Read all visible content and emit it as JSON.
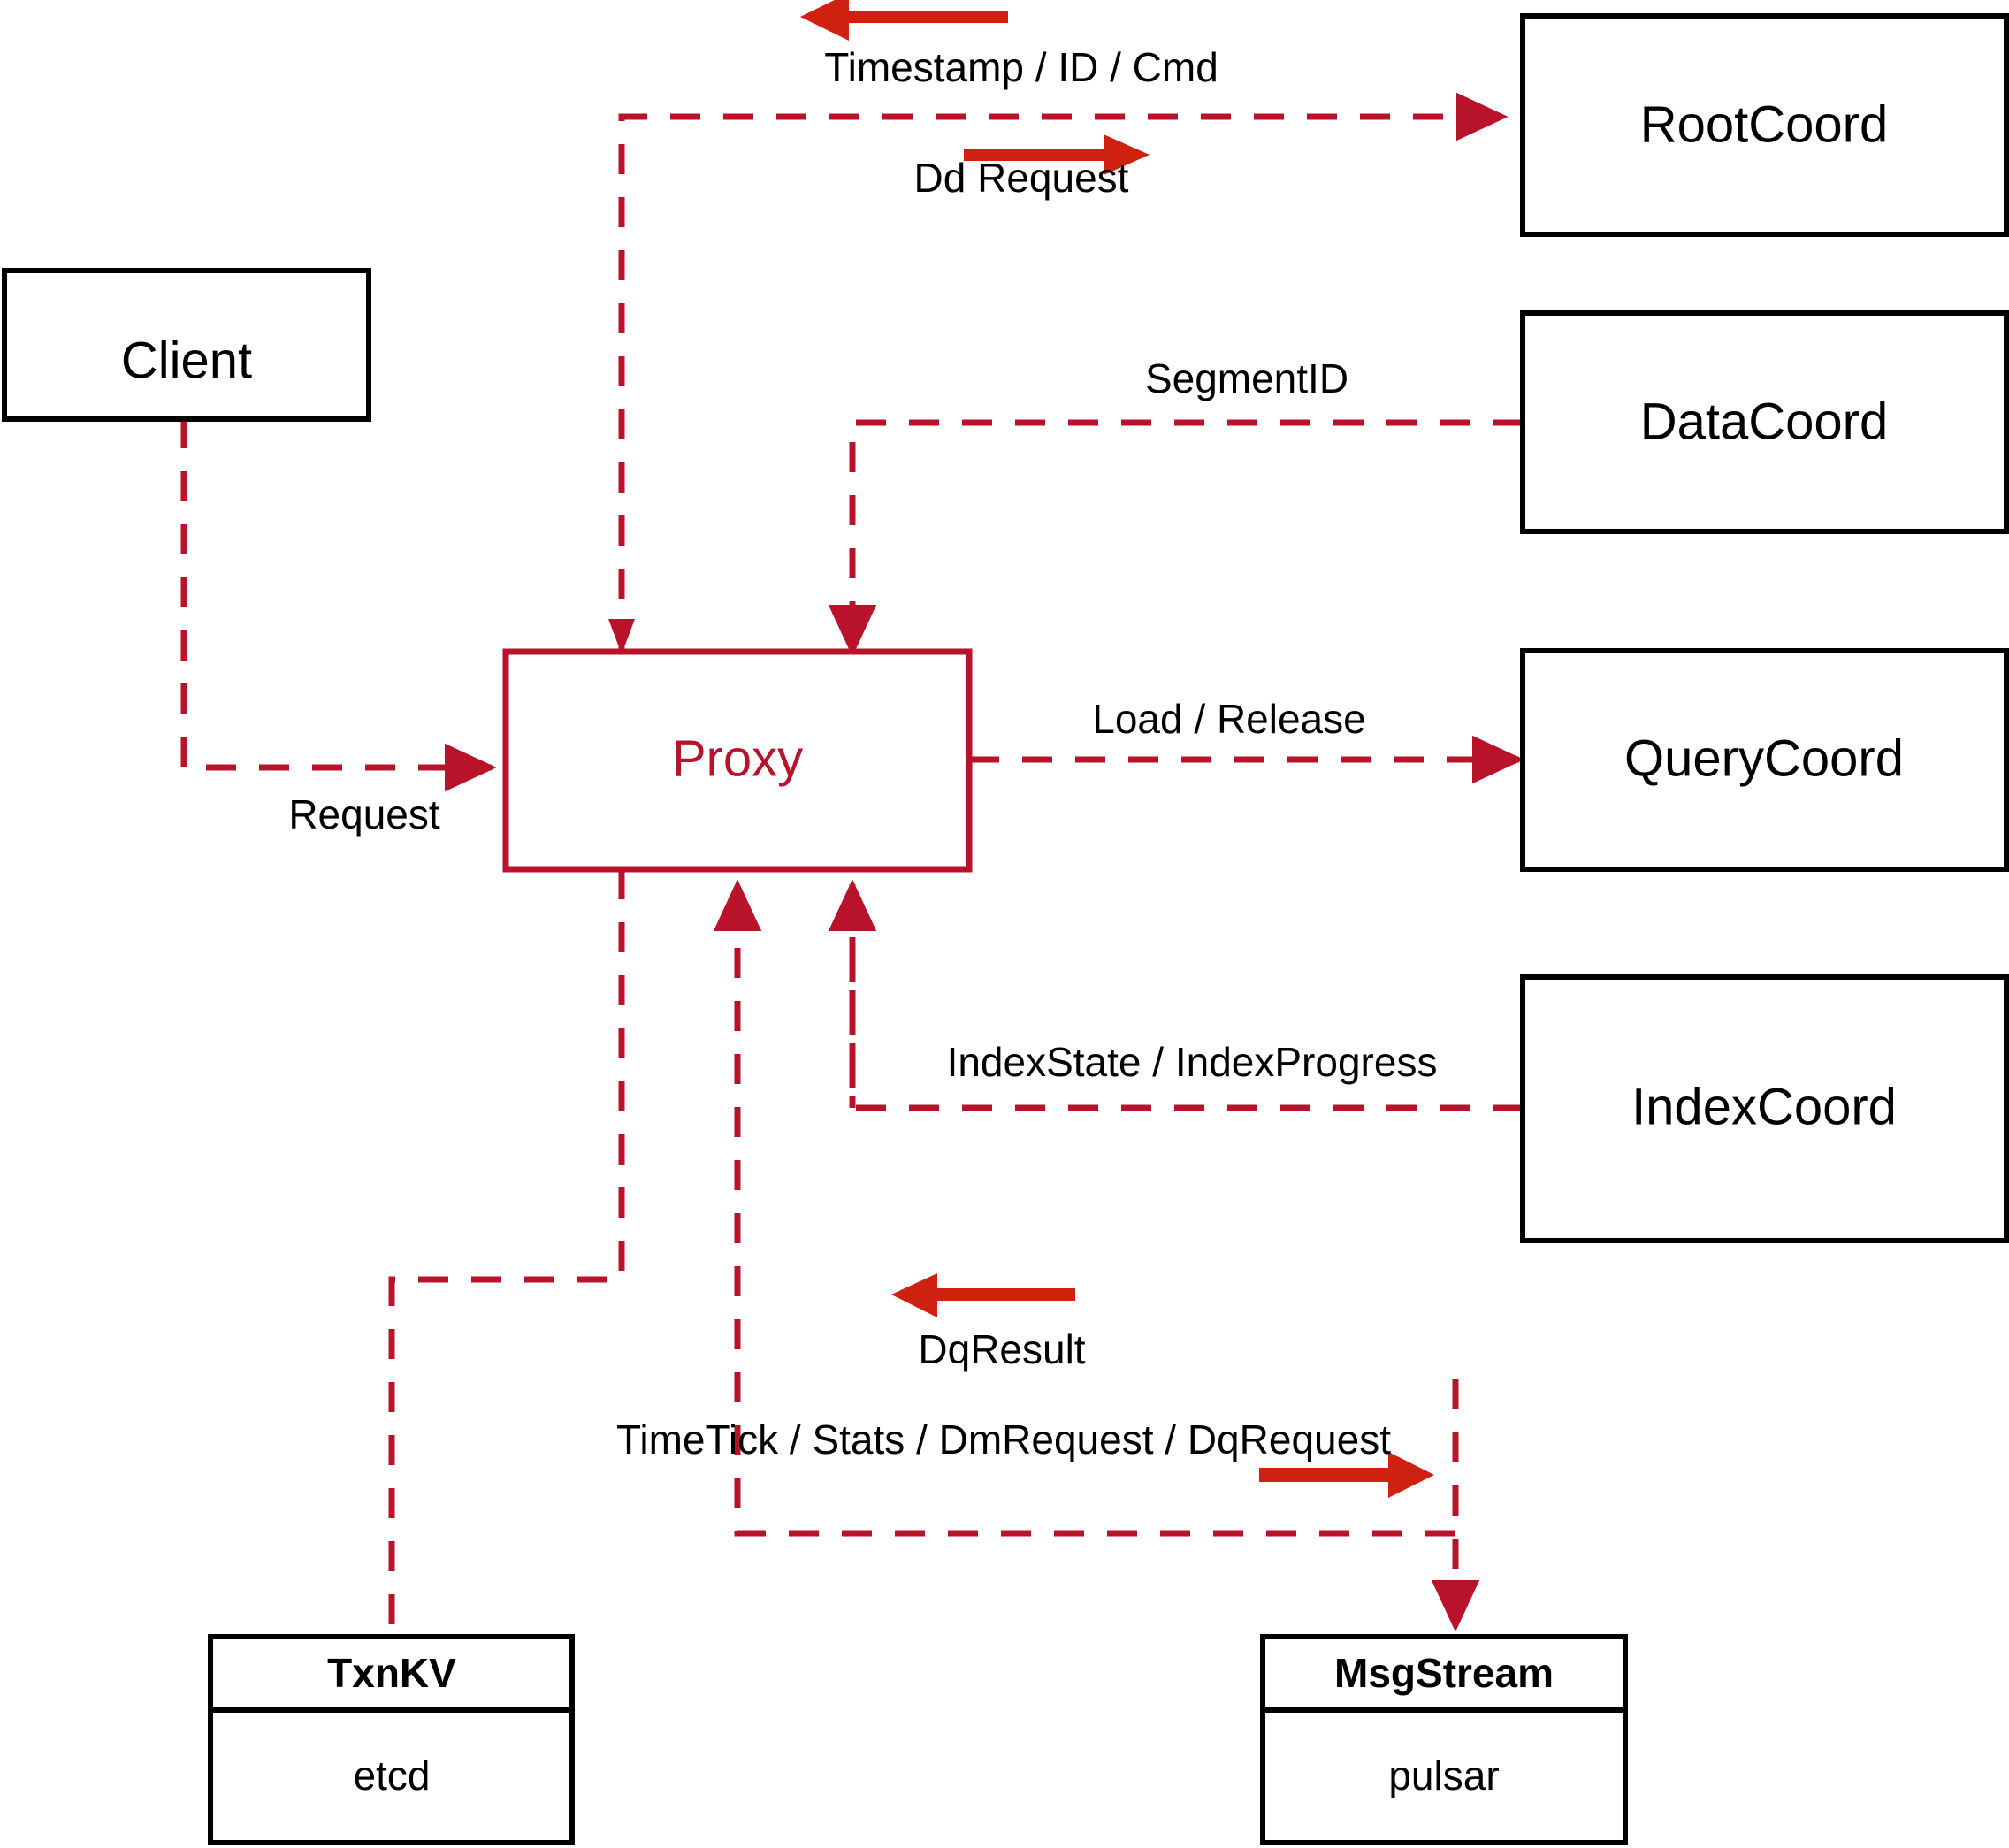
{
  "diagram": {
    "title": "Milvus Proxy interaction diagram",
    "colors": {
      "accent_red": "#b9132c",
      "arrow_red": "#cf2110",
      "node_stroke": "#000000",
      "background": "#ffffff"
    },
    "nodes": [
      {
        "id": "client",
        "label": "Client",
        "style": "black-box"
      },
      {
        "id": "proxy",
        "label": "Proxy",
        "style": "red-box"
      },
      {
        "id": "rootcoord",
        "label": "RootCoord",
        "style": "black-box"
      },
      {
        "id": "datacoord",
        "label": "DataCoord",
        "style": "black-box"
      },
      {
        "id": "querycoord",
        "label": "QueryCoord",
        "style": "black-box"
      },
      {
        "id": "indexcoord",
        "label": "IndexCoord",
        "style": "black-box"
      }
    ],
    "store_nodes": [
      {
        "id": "txnkv",
        "title": "TxnKV",
        "impl": "etcd"
      },
      {
        "id": "msgstream",
        "title": "MsgStream",
        "impl": "pulsar"
      }
    ],
    "edge_labels": {
      "timestamp_id_cmd": "Timestamp / ID / Cmd",
      "dd_request": "Dd Request",
      "segment_id": "SegmentID",
      "request": "Request",
      "load_release": "Load / Release",
      "index_state_progress": "IndexState / IndexProgress",
      "dq_result": "DqResult",
      "timetick_stats": "TimeTick / Stats / DmRequest / DqRequest"
    }
  }
}
